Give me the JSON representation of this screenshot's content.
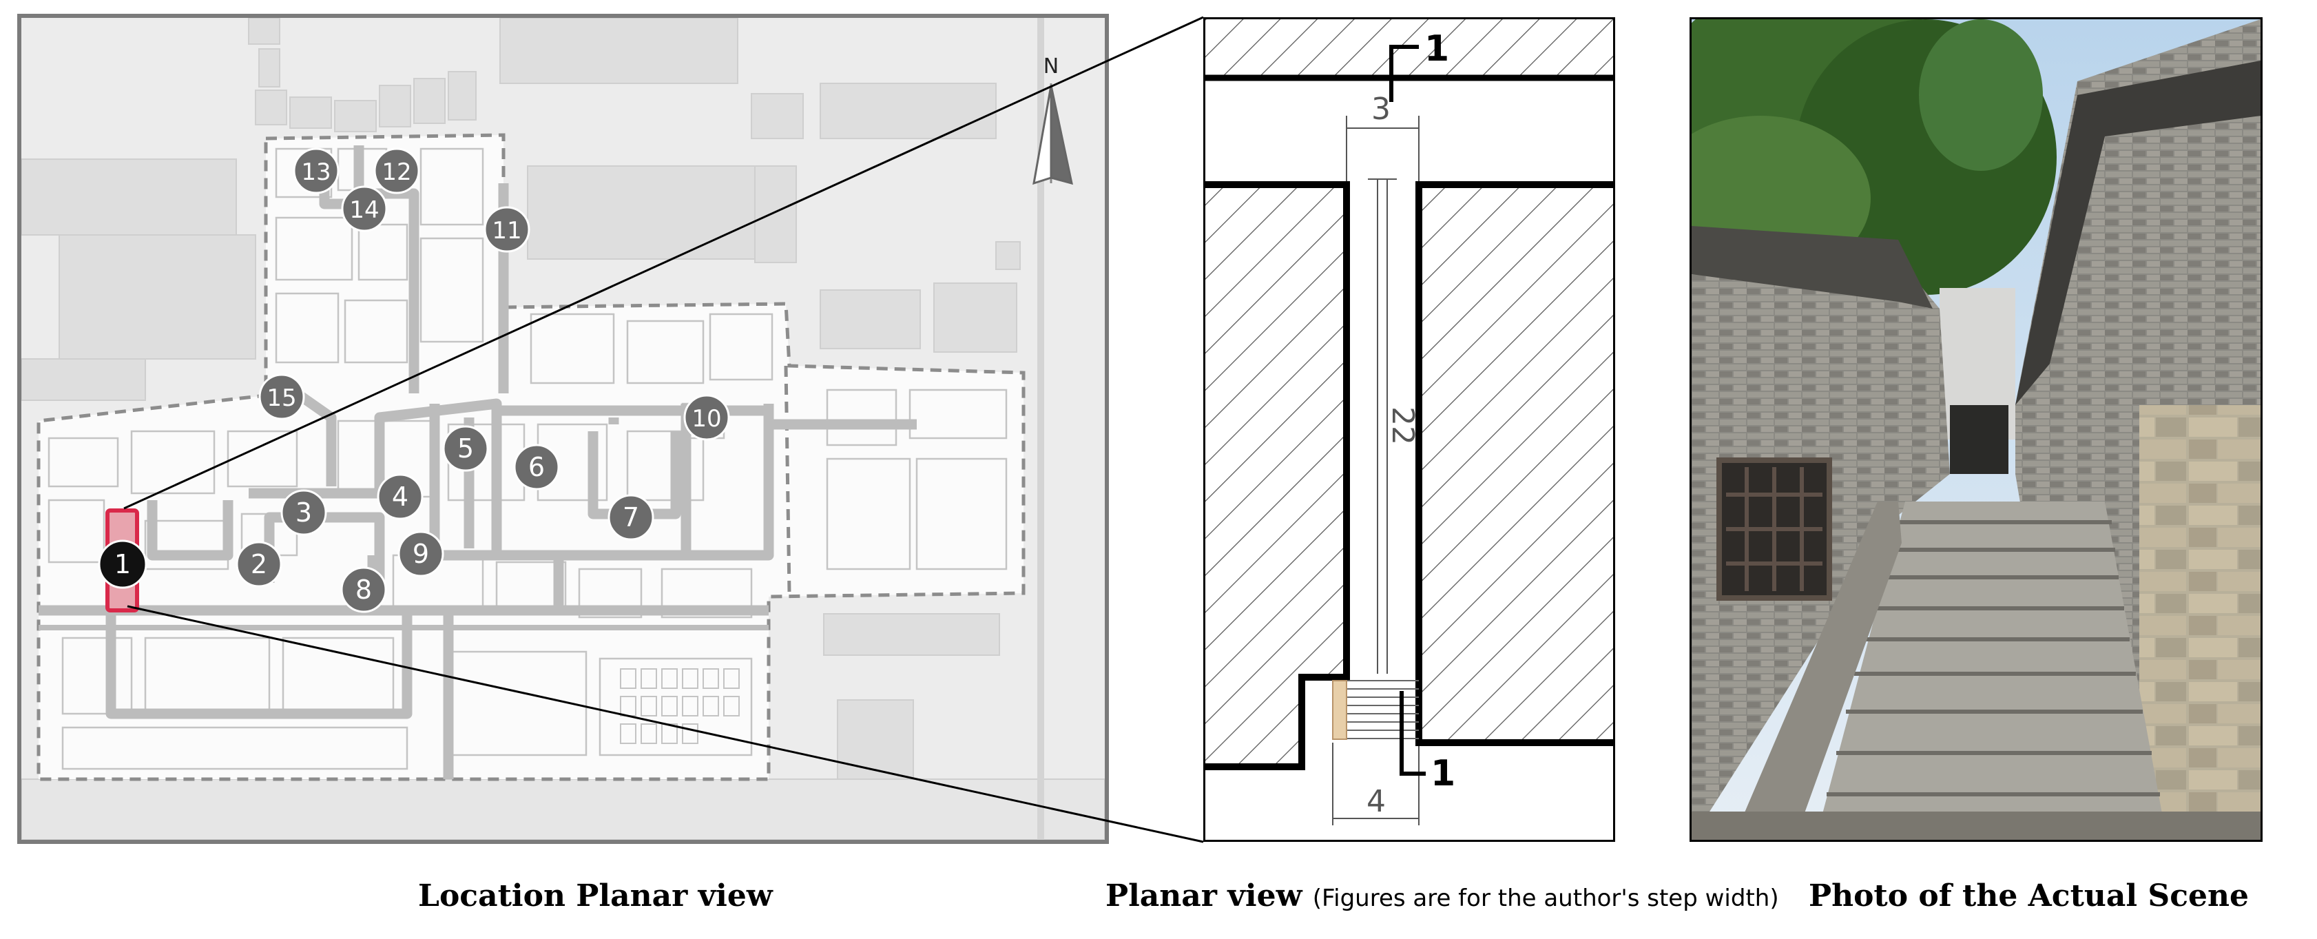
{
  "captions": {
    "location": "Location Planar view",
    "planar_main": "Planar view",
    "planar_note": "(Figures are for the author's step width)",
    "photo": "Photo of the Actual Scene"
  },
  "map": {
    "north_label": "N",
    "markers": [
      "1",
      "2",
      "3",
      "4",
      "5",
      "6",
      "7",
      "8",
      "9",
      "10",
      "11",
      "12",
      "13",
      "14",
      "15"
    ],
    "highlight_color": "#d9294a"
  },
  "plan": {
    "section_label_top": "1",
    "section_label_bottom": "1",
    "dim_top": "3",
    "dim_length": "22",
    "dim_bottom": "4"
  }
}
